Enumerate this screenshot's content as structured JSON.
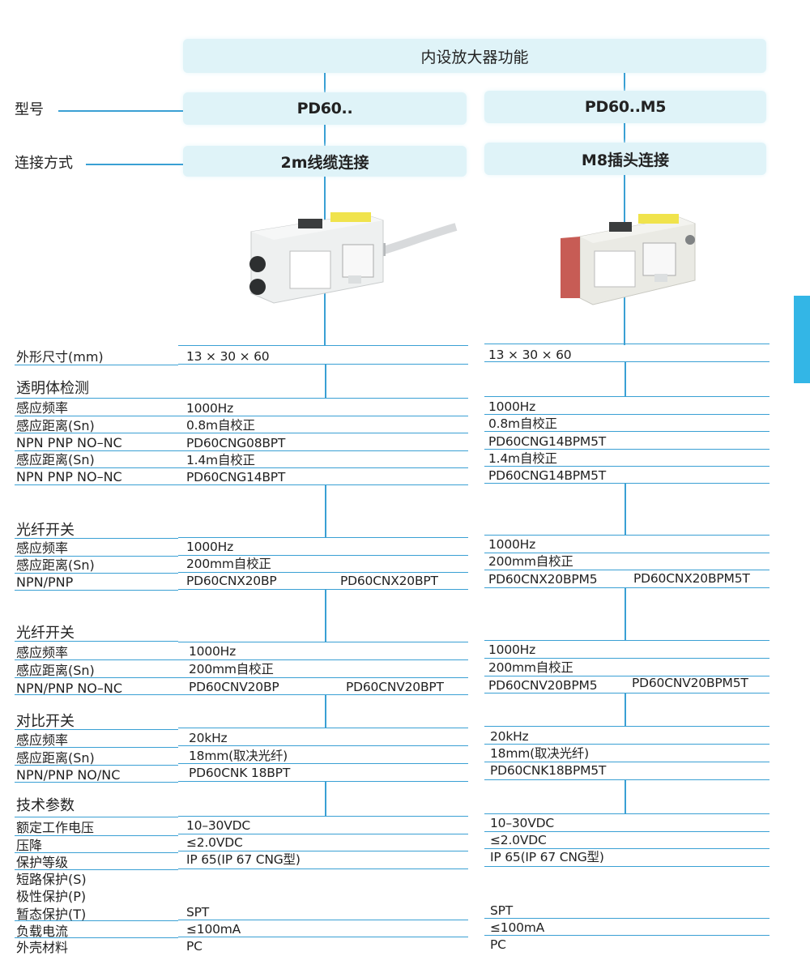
{
  "header": {
    "title": "内设放大器功能",
    "model_label": "型号",
    "connect_label": "连接方式",
    "col1_model": "PD60..",
    "col2_model": "PD60..M5",
    "col1_connect": "2m线缆连接",
    "col2_connect": "M8插头连接"
  },
  "rows": {
    "dim": {
      "label": "外形尺寸(mm)",
      "c1": "13 × 30 × 60",
      "c2": "13 × 30 × 60"
    },
    "s1": {
      "title": "透明体检测",
      "l1": "感应频率",
      "l2": "感应距离(Sn)",
      "l3": "NPN PNP NO–NC",
      "l4": "感应距离(Sn)",
      "l5": "NPN PNP NO–NC",
      "c1": [
        "1000Hz",
        "0.8m自校正",
        "PD60CNG08BPT",
        "1.4m自校正",
        "PD60CNG14BPT"
      ],
      "c2": [
        "1000Hz",
        "0.8m自校正",
        "PD60CNG14BPM5T",
        "1.4m自校正",
        "PD60CNG14BPM5T"
      ]
    },
    "s2": {
      "title": "光纤开关",
      "l1": "感应频率",
      "l2": "感应距离(Sn)",
      "l3": "NPN/PNP",
      "c1": [
        "1000Hz",
        "200mm自校正",
        "PD60CNX20BP",
        "PD60CNX20BPT"
      ],
      "c2": [
        "1000Hz",
        "200mm自校正",
        "PD60CNX20BPM5",
        "PD60CNX20BPM5T"
      ]
    },
    "s3": {
      "title": "光纤开关",
      "l1": "感应频率",
      "l2": "感应距离(Sn)",
      "l3": "NPN/PNP NO–NC",
      "c1": [
        "1000Hz",
        "200mm自校正",
        "PD60CNV20BP",
        "PD60CNV20BPT"
      ],
      "c2": [
        "1000Hz",
        "200mm自校正",
        "PD60CNV20BPM5",
        "PD60CNV20BPM5T"
      ]
    },
    "s4": {
      "title": "对比开关",
      "l1": "感应频率",
      "l2": "感应距离(Sn)",
      "l3": "NPN/PNP NO/NC",
      "c1": [
        "20kHz",
        "18mm(取决光纤)",
        "PD60CNK 18BPT"
      ],
      "c2": [
        "20kHz",
        "18mm(取决光纤)",
        "PD60CNK18BPM5T"
      ]
    },
    "s5": {
      "title": "技术参数",
      "labels": [
        "额定工作电压",
        "压降",
        "保护等级",
        "短路保护(S)",
        "极性保护(P)",
        "暂态保护(T)",
        "负载电流",
        "外壳材料"
      ],
      "c1": [
        "10–30VDC",
        "≤2.0VDC",
        "IP 65(IP 67 CNG型)",
        "SPT",
        "≤100mA",
        "PC"
      ],
      "c2": [
        "10–30VDC",
        "≤2.0VDC",
        "IP 65(IP 67 CNG型)",
        "SPT",
        "≤100mA",
        "PC"
      ]
    }
  },
  "colors": {
    "line": "#3aa0d4",
    "band": "#dff3f8",
    "tab": "#33b6e6"
  }
}
